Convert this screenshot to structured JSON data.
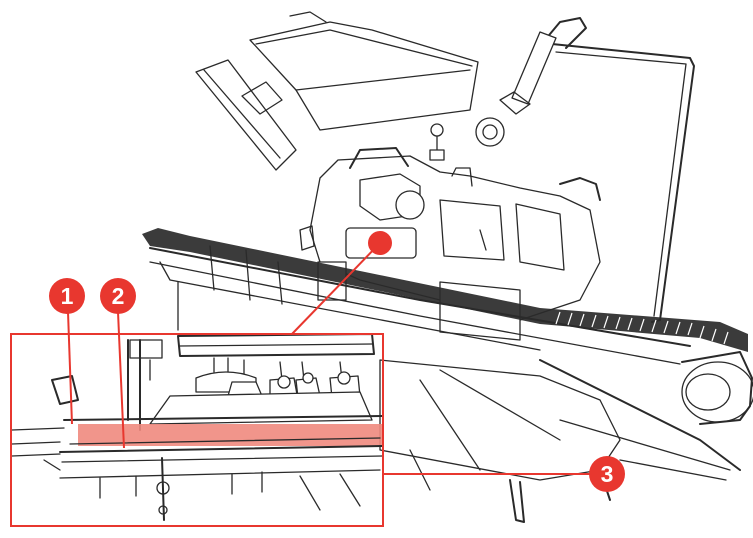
{
  "colors": {
    "accent": "#e8372f",
    "highlight_bar": "#ef8a7e",
    "line": "#2a2a2a",
    "background": "#ffffff"
  },
  "callouts": [
    {
      "id": "1",
      "label": "1"
    },
    {
      "id": "2",
      "label": "2"
    },
    {
      "id": "3",
      "label": "3"
    }
  ],
  "indicator": {
    "name": "red-dot-indicator",
    "color": "#e8372f"
  }
}
